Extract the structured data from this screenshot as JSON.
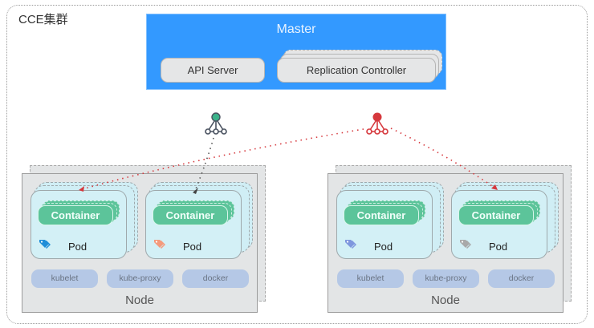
{
  "cluster": {
    "title": "CCE集群",
    "master": {
      "title": "Master",
      "components": [
        {
          "label": "API Server"
        },
        {
          "label": "Replication Controller"
        }
      ]
    },
    "services": [
      {
        "name": "service-icon-green",
        "color": "#3bb38a",
        "stroke": "#4a5260",
        "arrow_color": "#555555"
      },
      {
        "name": "service-icon-red",
        "color": "#d6383d",
        "stroke": "#d6383d",
        "arrow_color": "#d6383d"
      }
    ],
    "nodes": [
      {
        "label": "Node",
        "pods": [
          {
            "container_label": "Container",
            "pod_label": "Pod",
            "tag_color": "#1f8ed8"
          },
          {
            "container_label": "Container",
            "pod_label": "Pod",
            "tag_color": "#f49a7c"
          }
        ],
        "components": [
          "kubelet",
          "kube-proxy",
          "docker"
        ]
      },
      {
        "label": "Node",
        "pods": [
          {
            "container_label": "Container",
            "pod_label": "Pod",
            "tag_color": "#7f97de"
          },
          {
            "container_label": "Container",
            "pod_label": "Pod",
            "tag_color": "#a9a9a9"
          }
        ],
        "components": [
          "kubelet",
          "kube-proxy",
          "docker"
        ]
      }
    ]
  }
}
